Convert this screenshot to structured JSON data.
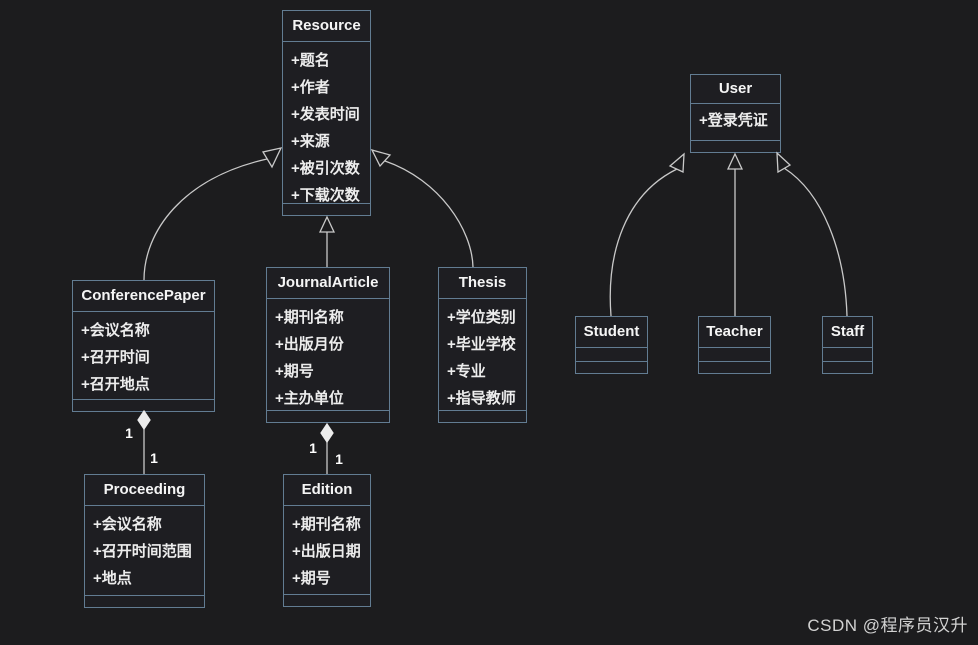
{
  "diagram": {
    "watermark": "CSDN @程序员汉升",
    "colors": {
      "background": "#1c1c1e",
      "box_fill": "#1e1e22",
      "box_border": "#627c92",
      "connector": "#c9c9c9",
      "title_text": "#f5f5f5",
      "attribute_text": "#ededed",
      "diamond_fill": "#ececec"
    }
  },
  "classes": {
    "resource": {
      "name": "Resource",
      "attributes": [
        "+题名",
        "+作者",
        "+发表时间",
        "+来源",
        "+被引次数",
        "+下载次数"
      ]
    },
    "conference_paper": {
      "name": "ConferencePaper",
      "attributes": [
        "+会议名称",
        "+召开时间",
        "+召开地点"
      ]
    },
    "journal_article": {
      "name": "JournalArticle",
      "attributes": [
        "+期刊名称",
        "+出版月份",
        "+期号",
        "+主办单位"
      ]
    },
    "thesis": {
      "name": "Thesis",
      "attributes": [
        "+学位类别",
        "+毕业学校",
        "+专业",
        "+指导教师"
      ]
    },
    "user": {
      "name": "User",
      "attributes": [
        "+登录凭证"
      ]
    },
    "student": {
      "name": "Student",
      "attributes": []
    },
    "teacher": {
      "name": "Teacher",
      "attributes": []
    },
    "staff": {
      "name": "Staff",
      "attributes": []
    },
    "proceeding": {
      "name": "Proceeding",
      "attributes": [
        "+会议名称",
        "+召开时间范围",
        "+地点"
      ]
    },
    "edition": {
      "name": "Edition",
      "attributes": [
        "+期刊名称",
        "+出版日期",
        "+期号"
      ]
    }
  },
  "relationships": {
    "generalizations": [
      {
        "from": "ConferencePaper",
        "to": "Resource"
      },
      {
        "from": "JournalArticle",
        "to": "Resource"
      },
      {
        "from": "Thesis",
        "to": "Resource"
      },
      {
        "from": "Student",
        "to": "User"
      },
      {
        "from": "Teacher",
        "to": "User"
      },
      {
        "from": "Staff",
        "to": "User"
      }
    ],
    "compositions": [
      {
        "from": "ConferencePaper",
        "to": "Proceeding",
        "from_multiplicity": "1",
        "to_multiplicity": "1"
      },
      {
        "from": "JournalArticle",
        "to": "Edition",
        "from_multiplicity": "1",
        "to_multiplicity": "1"
      }
    ]
  }
}
